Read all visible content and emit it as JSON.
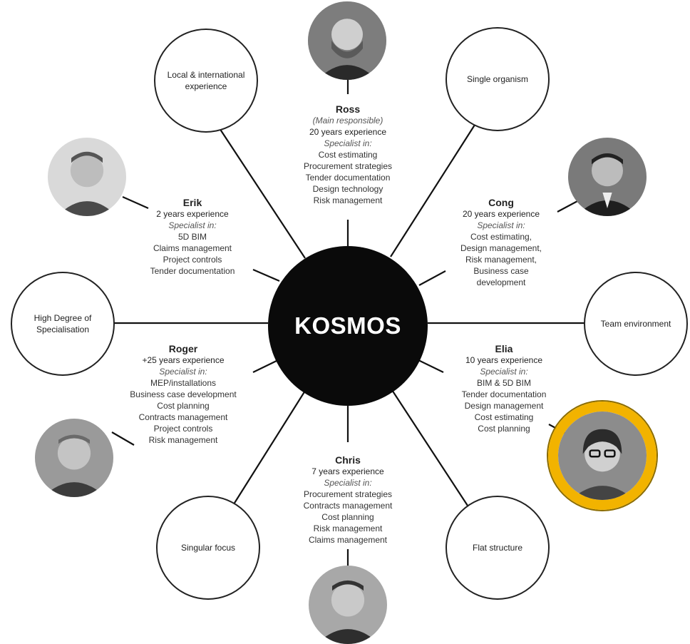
{
  "hub": {
    "label": "KOSMOS"
  },
  "values": [
    {
      "id": "local",
      "label": "Local & international experience"
    },
    {
      "id": "single",
      "label": "Single organism"
    },
    {
      "id": "highdeg",
      "label": "High Degree of Specialisation"
    },
    {
      "id": "team",
      "label": "Team environment"
    },
    {
      "id": "singular",
      "label": "Singular focus"
    },
    {
      "id": "flat",
      "label": "Flat structure"
    }
  ],
  "people": {
    "ross": {
      "name": "Ross",
      "role": "(Main responsible)",
      "experience": "20 years experience",
      "specialist_label": "Specialist in:",
      "skills": [
        "Cost estimating",
        "Procurement strategies",
        "Tender documentation",
        "Design technology",
        "Risk management"
      ]
    },
    "erik": {
      "name": "Erik",
      "experience": "2 years experience",
      "specialist_label": "Specialist in:",
      "skills": [
        "5D BIM",
        "Claims management",
        "Project controls",
        "Tender documentation"
      ]
    },
    "cong": {
      "name": "Cong",
      "experience": "20 years experience",
      "specialist_label": "Specialist in:",
      "skills": [
        "Cost estimating,",
        "Design management,",
        "Risk management,",
        "Business case",
        "development"
      ]
    },
    "roger": {
      "name": "Roger",
      "experience": "+25 years experience",
      "specialist_label": "Specialist in:",
      "skills": [
        "MEP/installations",
        "Business case development",
        "Cost planning",
        "Contracts management",
        "Project controls",
        "Risk management"
      ]
    },
    "elia": {
      "name": "Elia",
      "experience": "10 years experience",
      "specialist_label": "Specialist in:",
      "skills": [
        "BIM & 5D BIM",
        "Tender documentation",
        "Design management",
        "Cost estimating",
        "Cost planning"
      ]
    },
    "chris": {
      "name": "Chris",
      "experience": "7 years experience",
      "specialist_label": "Specialist in:",
      "skills": [
        "Procurement strategies",
        "Contracts management",
        "Cost planning",
        "Risk management",
        "Claims management"
      ]
    }
  },
  "colors": {
    "hub": "#0a0a0a",
    "highlight_ring": "#f2b300",
    "line": "#111111"
  }
}
